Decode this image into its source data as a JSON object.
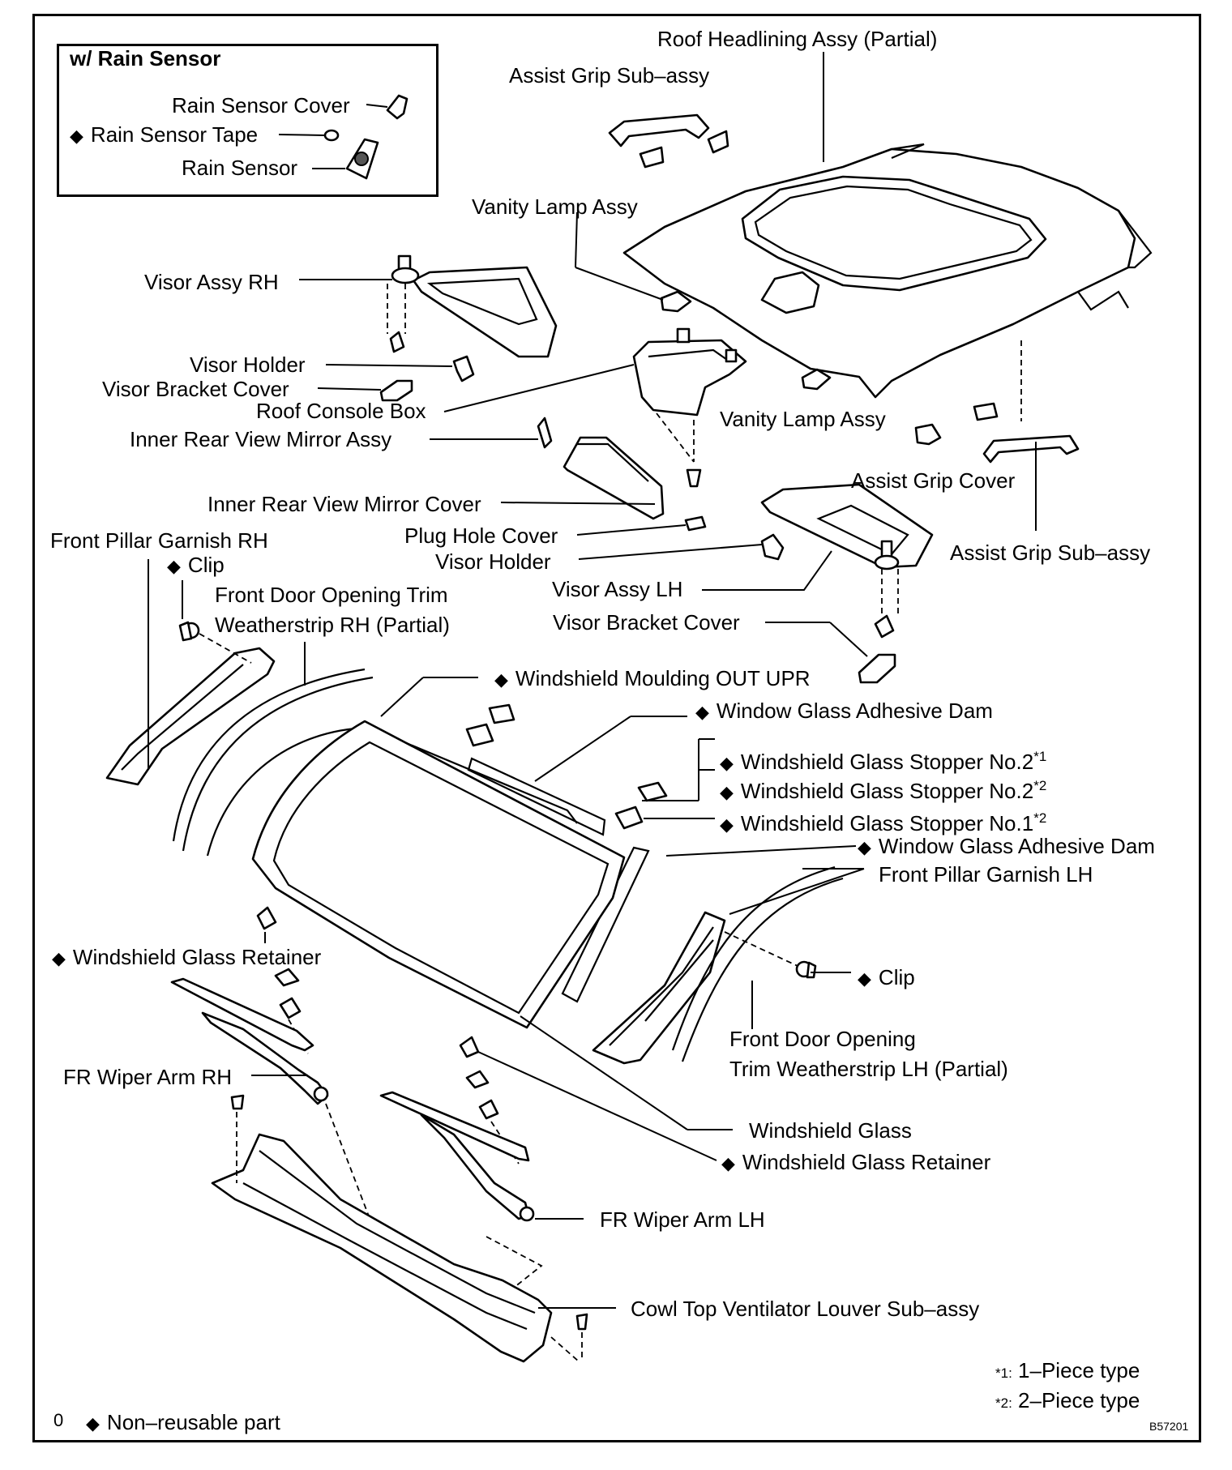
{
  "inset": {
    "title": "w/ Rain Sensor",
    "rain_sensor_cover": "Rain Sensor Cover",
    "rain_sensor_tape": "Rain Sensor Tape",
    "rain_sensor": "Rain Sensor"
  },
  "labels": {
    "roof_headlining": "Roof Headlining Assy (Partial)",
    "assist_grip_top": "Assist Grip Sub–assy",
    "vanity_lamp_top": "Vanity Lamp Assy",
    "visor_assy_rh": "Visor Assy RH",
    "visor_holder_rh": "Visor Holder",
    "visor_bracket_cover_rh": "Visor Bracket Cover",
    "roof_console_box": "Roof Console Box",
    "inner_mirror_assy": "Inner Rear View Mirror Assy",
    "vanity_lamp_mid": "Vanity Lamp Assy",
    "assist_grip_cover": "Assist Grip Cover",
    "inner_mirror_cover": "Inner Rear View Mirror Cover",
    "assist_grip_right": "Assist Grip Sub–assy",
    "front_pillar_garnish_rh": "Front Pillar Garnish RH",
    "clip_rh": "Clip",
    "plug_hole_cover": "Plug Hole Cover",
    "visor_holder_lh": "Visor Holder",
    "front_door_trim_rh_1": "Front Door Opening Trim",
    "front_door_trim_rh_2": "Weatherstrip RH (Partial)",
    "visor_assy_lh": "Visor Assy LH",
    "visor_bracket_cover_lh": "Visor Bracket Cover",
    "ws_moulding": "Windshield Moulding OUT UPR",
    "adhesive_dam_1": "Window Glass Adhesive Dam",
    "stopper_no2_a": "Windshield Glass Stopper No.2",
    "stopper_no2_b": "Windshield Glass Stopper No.2",
    "stopper_no1": "Windshield Glass Stopper No.1",
    "note1_mark": "*1",
    "note2_mark": "*2",
    "adhesive_dam_2": "Window Glass Adhesive Dam",
    "front_pillar_garnish_lh": "Front Pillar Garnish LH",
    "ws_retainer_left": "Windshield Glass Retainer",
    "clip_lh": "Clip",
    "front_door_trim_lh_1": "Front Door Opening",
    "front_door_trim_lh_2": "Trim Weatherstrip LH (Partial)",
    "fr_wiper_rh": "FR Wiper Arm RH",
    "windshield_glass": "Windshield Glass",
    "ws_retainer_right": "Windshield Glass Retainer",
    "fr_wiper_lh": "FR Wiper Arm LH",
    "cowl_top": "Cowl Top Ventilator Louver Sub–assy"
  },
  "footnotes": {
    "n1_mark": "*1:",
    "n1_text": "1–Piece type",
    "n2_mark": "*2:",
    "n2_text": "2–Piece type"
  },
  "legend": {
    "zero": "0",
    "non_reusable": "Non–reusable part"
  },
  "figure_code": "B57201"
}
